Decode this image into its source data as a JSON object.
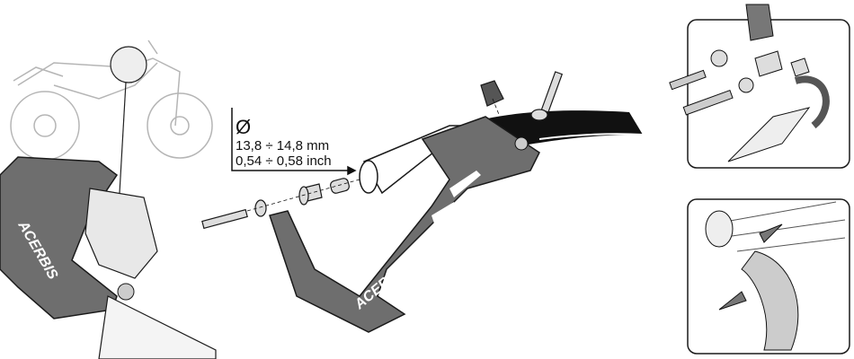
{
  "diameter_spec": {
    "symbol": "Ø",
    "metric": "13,8 ÷ 14,8 mm",
    "imperial": "0,54 ÷ 0,58 inch"
  },
  "logos": {
    "handguard_brand": "ACERBIS"
  },
  "colors": {
    "handguard": "#6e6e6e",
    "outline": "#1a1a1a",
    "bike_lines": "#b5b5b5",
    "arrow": "#777777"
  }
}
